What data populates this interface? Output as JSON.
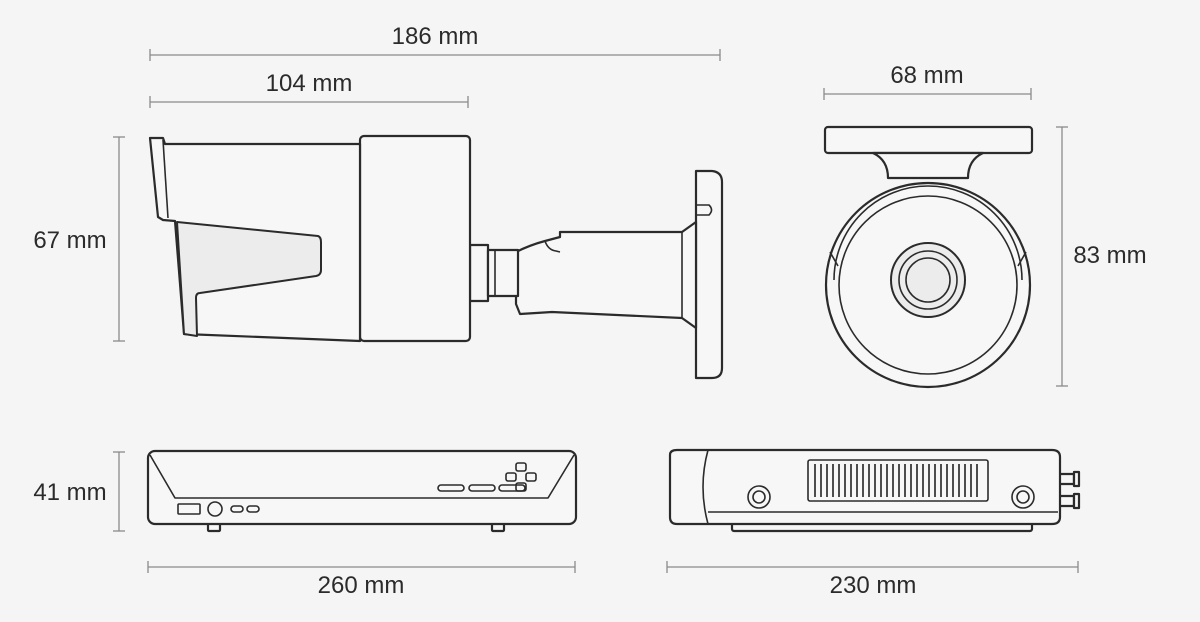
{
  "dimensions": {
    "camera_total_length": "186 mm",
    "camera_body_length": "104 mm",
    "camera_height": "67 mm",
    "camera_front_width": "68 mm",
    "camera_front_height": "83 mm",
    "nvr_height": "41 mm",
    "nvr_width": "260 mm",
    "nvr_depth": "230 mm"
  },
  "colors": {
    "background": "#f5f5f5",
    "outline": "#2b2b2b",
    "dimension_line": "#8a8a8a"
  }
}
